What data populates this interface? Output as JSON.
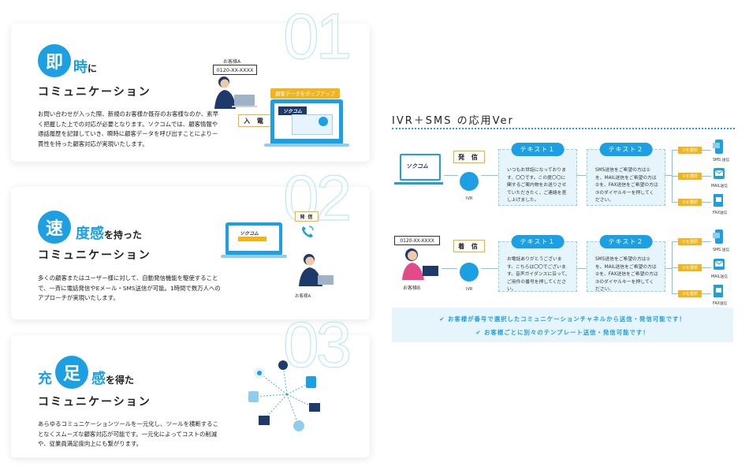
{
  "cards": [
    {
      "number": "01",
      "circle_char": "即",
      "heading_rest_big": "時",
      "heading_rest_small": "に",
      "subheading": "コミュニケーション",
      "desc": "お問い合わせが入った際、新規のお客様か既存のお客様なのか、素早く把握した上での対応が必要となります。ソクコムでは、顧客情報や通話履歴を記録していき、瞬時に顧客データを呼び出すことによりー貫性を持った顧客対応が実現いたします。",
      "customer_label": "お客様A",
      "phone_number": "0120-XX-XXXX",
      "incoming_label": "入 電",
      "popup_label": "顧客データをポップアップ",
      "brand_label": "ソクコム"
    },
    {
      "number": "02",
      "circle_char": "速",
      "heading_rest_big": "度感",
      "heading_rest_small": "を持った",
      "subheading": "コミュニケーション",
      "desc": "多くの顧客またはユーザー様に対して、自動発信機能を駆使することで、一斉に電話発信やEメール・SMS送信が可能。1時間で数万人へのアプローチが実現いたします。",
      "outgoing_label": "発 信",
      "brand_label": "ソクコム",
      "customer_label": "お客様A"
    },
    {
      "number": "03",
      "circle_char_left": "充",
      "circle_char": "足",
      "heading_rest_big": "感",
      "heading_rest_small": "を得た",
      "subheading": "コミュニケーション",
      "desc": "あらゆるコミュニケーションツールを一元化し、ツールを横断することなくスムーズな顧客対応が可能です。一元化によってコストの削減や、従業員満足度向上にも繋がります。"
    }
  ],
  "ivr": {
    "title": "IVR＋SMS の応用Ver",
    "rows": [
      {
        "box_label": "発 信",
        "ivr_label": "IVR",
        "brand_label": "ソクコム",
        "text1_title": "テキスト１",
        "text1_body": "いつもお世話になっております、〇〇です。この度〇〇に関するご案内物をお送りさせていただきたく、ご連絡を差し上げました。",
        "text2_title": "テキスト２",
        "text2_body": "SMS送信をご希望の方は①を、MAIL送信をご希望の方は②を、FAX送信をご希望の方は③のダイヤルキーを押してください。",
        "picks": [
          "①を選択",
          "②を選択",
          "③を選択"
        ],
        "dests": [
          "SMS 送信",
          "MAIL送信",
          "FAX送信"
        ]
      },
      {
        "box_label": "着 信",
        "ivr_label": "IVR",
        "phone_number": "0120-XX-XXXX",
        "customer_label": "お客様B",
        "text1_title": "テキスト１",
        "text1_body": "お電話ありがとうございます。こちらは〇〇でございます。音声ガイダンスに沿って、ご用件の番号を押してください。",
        "text2_title": "テキスト２",
        "text2_body": "SMS送信をご希望の方は①を、MAIL送信をご希望の方は②を、FAX送信をご希望の方は③のダイヤルキーを押してください。",
        "picks": [
          "①を選択",
          "②を選択",
          "③を選択"
        ],
        "dests": [
          "SMS 送信",
          "MAIL送信",
          "FAX送信"
        ]
      }
    ],
    "notes": [
      "お客様が番号で選択したコミュニケーションチャネルから送信・発信可能です！",
      "お客様ごとに別々のテンプレート送信・発信可能です！"
    ]
  },
  "colors": {
    "accent": "#1da0e3",
    "yellow": "#f2b31c",
    "navy": "#1d3a6b",
    "panel_bg": "#e6f4fc"
  }
}
